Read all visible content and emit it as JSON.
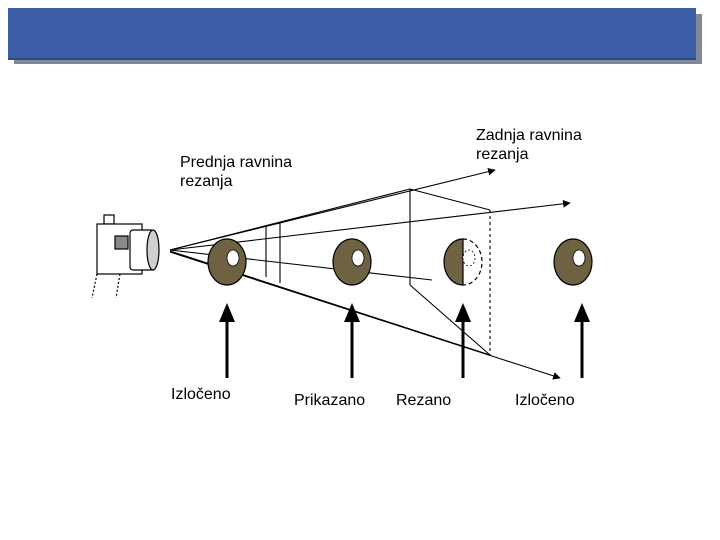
{
  "labels": {
    "near_plane": "Prednja ravnina\nrezanja",
    "far_plane": "Zadnja ravnina\nrezanja",
    "culled_left": "Izločeno",
    "rendered": "Prikazano",
    "clipped": "Rezano",
    "culled_right": "Izločeno"
  },
  "colors": {
    "header": "#3b5ea6",
    "object_fill": "#6e6243",
    "line": "#000000"
  }
}
